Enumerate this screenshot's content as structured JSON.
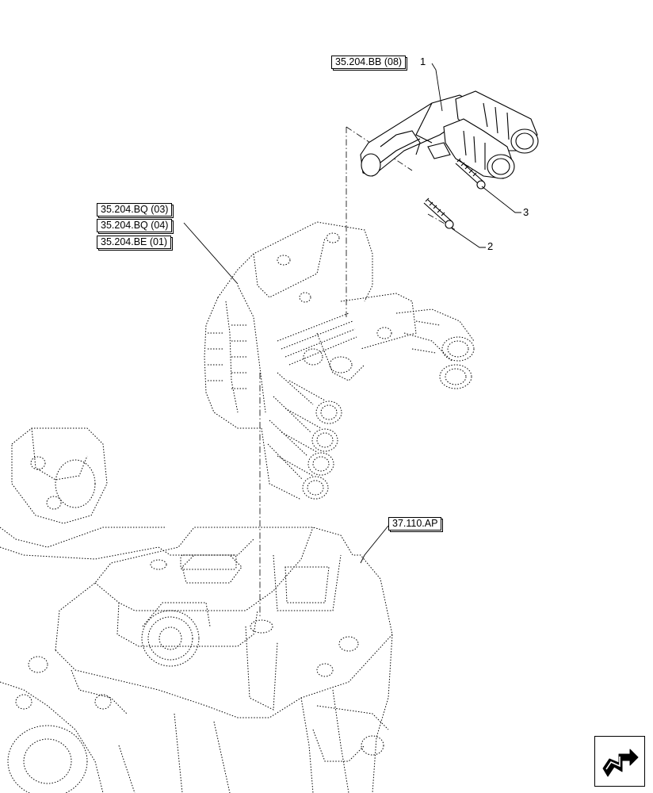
{
  "refs": {
    "bb": "35.204.BB (08)",
    "bq03": "35.204.BQ (03)",
    "bq04": "35.204.BQ (04)",
    "be01": "35.204.BE (01)",
    "ap": "37.110.AP"
  },
  "callouts": {
    "c1": "1",
    "c2": "2",
    "c3": "3"
  },
  "navigation": {
    "icon": "next-page-arrow-icon"
  }
}
